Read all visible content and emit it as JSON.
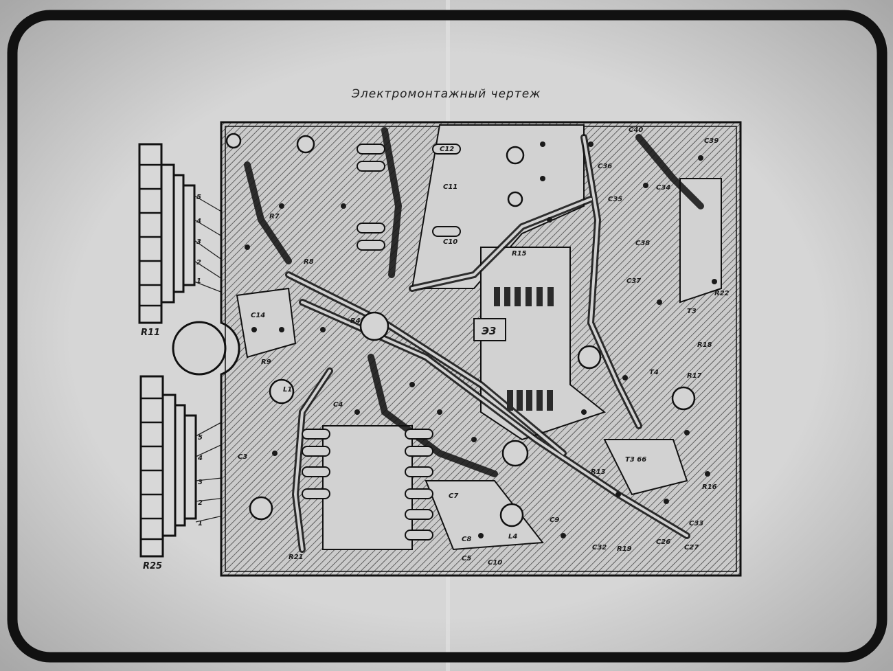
{
  "title": "Электромонтажный чертеж",
  "connectors": [
    {
      "label": "R11",
      "pins": [
        "1",
        "2",
        "3",
        "4",
        "5"
      ]
    },
    {
      "label": "R25",
      "pins": [
        "1",
        "2",
        "3",
        "4",
        "5"
      ]
    }
  ],
  "chip_label": "Э3",
  "component_labels": [
    {
      "text": "R7"
    },
    {
      "text": "R9"
    },
    {
      "text": "C14"
    },
    {
      "text": "R4"
    },
    {
      "text": "C12"
    },
    {
      "text": "C11"
    },
    {
      "text": "C10"
    },
    {
      "text": "R15"
    },
    {
      "text": "C36"
    },
    {
      "text": "C40"
    },
    {
      "text": "C39"
    },
    {
      "text": "C34"
    },
    {
      "text": "C35"
    },
    {
      "text": "C38"
    },
    {
      "text": "C37"
    },
    {
      "text": "T3"
    },
    {
      "text": "R22"
    },
    {
      "text": "R18"
    },
    {
      "text": "T4"
    },
    {
      "text": "R17"
    },
    {
      "text": "T3 66"
    },
    {
      "text": "R16"
    },
    {
      "text": "C33"
    },
    {
      "text": "C9"
    },
    {
      "text": "L4"
    },
    {
      "text": "C8"
    },
    {
      "text": "C5"
    },
    {
      "text": "C10"
    },
    {
      "text": "C27"
    },
    {
      "text": "C26"
    },
    {
      "text": "C32"
    },
    {
      "text": "R19"
    },
    {
      "text": "C3"
    },
    {
      "text": "C4"
    },
    {
      "text": "C7"
    },
    {
      "text": "R21"
    },
    {
      "text": "L1"
    },
    {
      "text": "R13"
    },
    {
      "text": "R8"
    }
  ],
  "colors": {
    "paper": "#cfcfcf",
    "ink": "#1a1a1a",
    "frame": "#111111"
  }
}
